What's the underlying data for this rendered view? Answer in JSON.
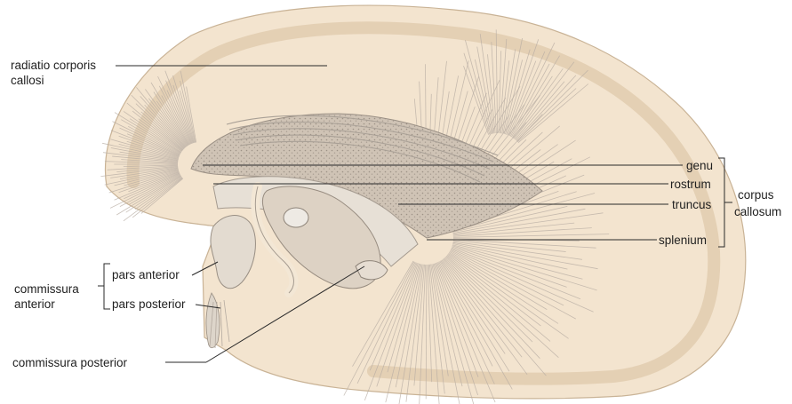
{
  "labels": {
    "radiatio_line1": "radiatio corporis",
    "radiatio_line2": "callosi",
    "genu": "genu",
    "rostrum": "rostrum",
    "truncus": "truncus",
    "splenium": "splenium",
    "corpus_line1": "corpus",
    "corpus_line2": "callosum",
    "pars_anterior": "pars anterior",
    "pars_posterior": "pars posterior",
    "commissura_line1": "commissura",
    "commissura_line2": "anterior",
    "commissura_posterior": "commissura posterior"
  },
  "colors": {
    "tissue_light": "#f3e4cf",
    "tissue_mid": "#e9d6bc",
    "cortex": "#e2cdb0",
    "fiber": "#b8ada3",
    "fiber_dark": "#8f847a",
    "leader": "#2a2a2a"
  }
}
